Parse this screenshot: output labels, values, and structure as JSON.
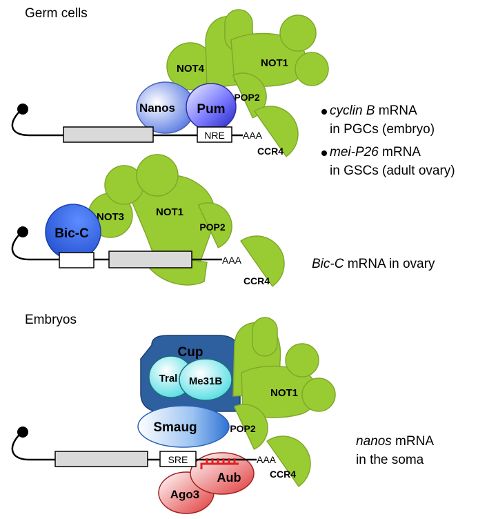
{
  "sections": {
    "germ_cells": "Germ cells",
    "embryos": "Embryos"
  },
  "proteins": {
    "not1": "NOT1",
    "not3": "NOT3",
    "not4": "NOT4",
    "pop2": "POP2",
    "ccr4": "CCR4",
    "nanos": "Nanos",
    "pum": "Pum",
    "bicc": "Bic-C",
    "cup": "Cup",
    "tral": "Tral",
    "me31b": "Me31B",
    "smaug": "Smaug",
    "aub": "Aub",
    "ago3": "Ago3"
  },
  "elements": {
    "nre": "NRE",
    "sre": "SRE",
    "polya": "AAA"
  },
  "captions": {
    "cyclinb_gene": "cyclin B",
    "cyclinb_rest": " mRNA",
    "cyclinb_line2": "in PGCs (embryo)",
    "meip26_gene": "mei-P26",
    "meip26_rest": " mRNA",
    "meip26_line2": "in GSCs (adult ovary)",
    "bicc_gene": "Bic-C",
    "bicc_rest": " mRNA in ovary",
    "nanos_gene": "nanos",
    "nanos_rest": " mRNA",
    "nanos_line2": "in the soma"
  },
  "colors": {
    "ccr4_not_green": "#99cc33",
    "outline_green": "#7fa82a",
    "cup_blue": "#2e5f9e",
    "pum_blue": "#3a3acc",
    "bicc_blue": "#2855d8",
    "smaug_blue": "#3a7fd6",
    "cyan": "#4fe0e6",
    "red_piwi": "#e14b4b",
    "utr_gray": "#d9d9d9"
  }
}
